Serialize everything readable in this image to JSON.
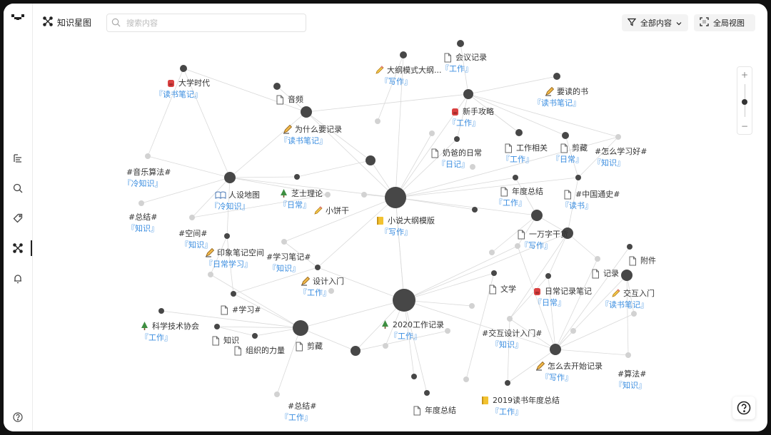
{
  "app": {
    "title": "知识星图"
  },
  "search": {
    "placeholder": "搜索内容",
    "value": ""
  },
  "toolbar": {
    "filter_label": "全部内容",
    "view_label": "全局视图"
  },
  "zoom": {
    "plus": "+",
    "minus": "−",
    "level": 0.5
  },
  "help": {
    "label": "?"
  },
  "sidebar": {
    "icons": [
      "logo-icon",
      "outline-icon",
      "search-icon",
      "tag-icon",
      "graph-icon",
      "bell-icon",
      "help-circle-icon"
    ]
  },
  "colors": {
    "node_dark": "#474747",
    "node_light": "#d2d2d2",
    "edge": "#d9d9d9",
    "tag": "#3b8ee0"
  },
  "graph": {
    "labels": [
      {
        "icon": "backpack",
        "text": "大学时代",
        "tag": "『读书笔记』"
      },
      {
        "icon": "doc",
        "text": "音频",
        "tag": ""
      },
      {
        "icon": "pencil",
        "text": "大纲模式大纲...",
        "tag": "『写作』"
      },
      {
        "icon": "doc",
        "text": "会议记录",
        "tag": "『工作』"
      },
      {
        "icon": "writing",
        "text": "要读的书",
        "tag": "『读书笔记』"
      },
      {
        "icon": "backpack",
        "text": "新手攻略",
        "tag": "『工作』"
      },
      {
        "icon": "writing",
        "text": "为什么要记录",
        "tag": "『读书笔记』"
      },
      {
        "icon": "doc",
        "text": "奶爸的日常",
        "tag": "『日记』"
      },
      {
        "icon": "doc",
        "text": "工作相关",
        "tag": "『工作』"
      },
      {
        "icon": "doc",
        "text": "剪藏",
        "tag": "『日常』"
      },
      {
        "icon": "",
        "text": "#怎么学习好#",
        "tag": "『知识』"
      },
      {
        "icon": "",
        "text": "#音乐算法#",
        "tag": "『冷知识』"
      },
      {
        "icon": "book",
        "text": "人设地图",
        "tag": "『冷知识』"
      },
      {
        "icon": "tree",
        "text": "芝士理论",
        "tag": "『日常』"
      },
      {
        "icon": "pencil",
        "text": "小饼干",
        "tag": ""
      },
      {
        "icon": "doc",
        "text": "年度总结",
        "tag": "『工作』"
      },
      {
        "icon": "doc",
        "text": "#中国通史#",
        "tag": "『读书』"
      },
      {
        "icon": "",
        "text": "#总结#",
        "tag": "『知识』"
      },
      {
        "icon": "notebook",
        "text": "小说大纲模版",
        "tag": "『写作』"
      },
      {
        "icon": "",
        "text": "#空间#",
        "tag": "『知识』"
      },
      {
        "icon": "writing",
        "text": "印象笔记空间",
        "tag": "『日常学习』"
      },
      {
        "icon": "doc",
        "text": "一万字干货",
        "tag": "『写作』"
      },
      {
        "icon": "",
        "text": "#学习笔记#",
        "tag": "『知识』"
      },
      {
        "icon": "doc",
        "text": "附件",
        "tag": ""
      },
      {
        "icon": "doc",
        "text": "记录",
        "tag": ""
      },
      {
        "icon": "writing",
        "text": "设计入门",
        "tag": "『工作』"
      },
      {
        "icon": "doc",
        "text": "文学",
        "tag": ""
      },
      {
        "icon": "backpack",
        "text": "日常记录笔记",
        "tag": "『日常』"
      },
      {
        "icon": "pencil",
        "text": "交互入门",
        "tag": "『读书笔记』"
      },
      {
        "icon": "doc",
        "text": "#学习#",
        "tag": ""
      },
      {
        "icon": "tree",
        "text": "科学技术协会",
        "tag": "『工作』"
      },
      {
        "icon": "tree",
        "text": "2020工作记录",
        "tag": "『工作』"
      },
      {
        "icon": "",
        "text": "#交互设计入门#",
        "tag": "『知识』"
      },
      {
        "icon": "doc",
        "text": "知识",
        "tag": ""
      },
      {
        "icon": "doc",
        "text": "组织的力量",
        "tag": ""
      },
      {
        "icon": "doc",
        "text": "剪藏",
        "tag": ""
      },
      {
        "icon": "writing",
        "text": "怎么去开始记录",
        "tag": "『写作』"
      },
      {
        "icon": "",
        "text": "#算法#",
        "tag": "『知识』"
      },
      {
        "icon": "notebook",
        "text": "2019读书年度总结",
        "tag": "『工作』"
      },
      {
        "icon": "doc",
        "text": "年度总结",
        "tag": ""
      },
      {
        "icon": "",
        "text": "#总结#",
        "tag": "『工作』"
      }
    ]
  }
}
